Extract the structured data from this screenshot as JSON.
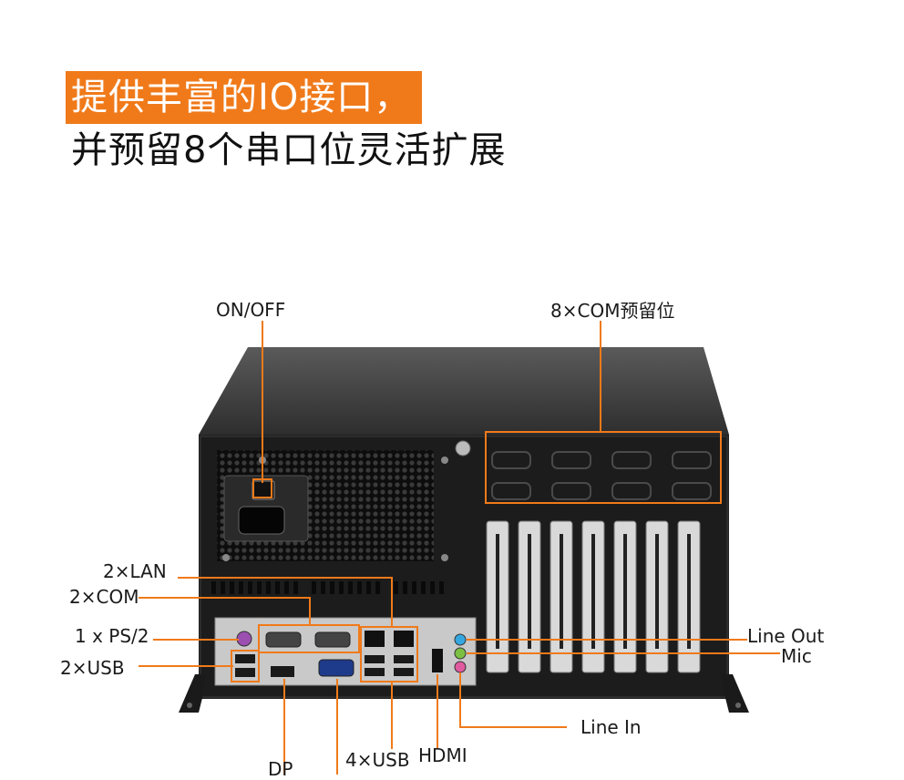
{
  "headline": {
    "line1": "提供丰富的IO接口，",
    "line2": "并预留8个串口位灵活扩展"
  },
  "callouts": {
    "on_off": "ON/OFF",
    "com_reserved": "8×COM预留位",
    "lan": "2×LAN",
    "com": "2×COM",
    "ps2": "1 x PS/2",
    "usb_left": "2×USB",
    "line_out": "Line Out",
    "mic": "Mic",
    "line_in": "Line In",
    "dp": "DP",
    "usb_bottom": "4×USB",
    "hdmi": "HDMI"
  },
  "colors": {
    "accent": "#f07a1a",
    "chassis": "#2b2b2b",
    "chassis_top": "#4a4a4a",
    "slot_cover": "#d9d9d9"
  }
}
